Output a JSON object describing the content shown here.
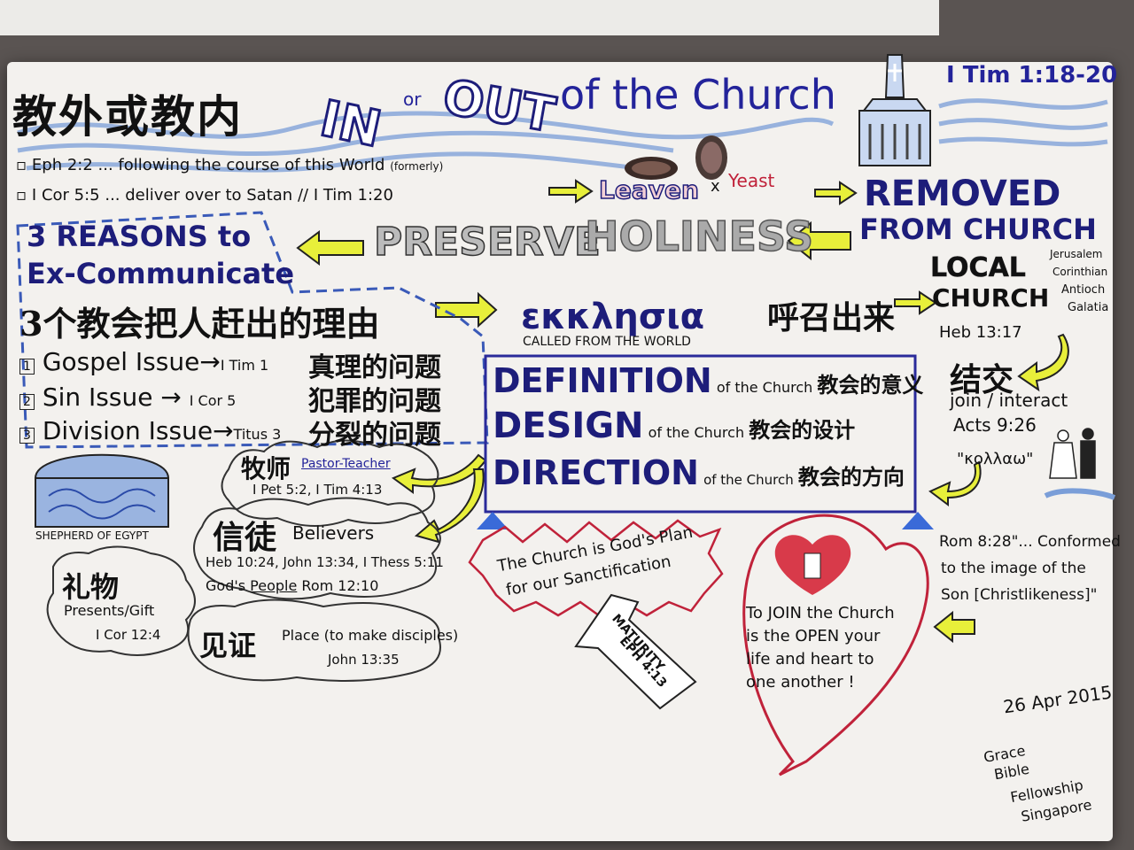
{
  "title": {
    "chinese": "教外或教内",
    "english_in": "IN",
    "english_or": "or",
    "english_out": "OUT",
    "english_rest": "of the Church",
    "reference": "I Tim 1:18-20"
  },
  "verses": {
    "line1": "Eph 2:2 ... following the course of this World",
    "line1_note": "(formerly)",
    "line2": "I Cor 5:5 ... deliver over to Satan",
    "line2_sep": "//",
    "line2_ref": "I Tim 1:20"
  },
  "leaven": {
    "word1": "Leaven",
    "x": "x",
    "word2": "Yeast"
  },
  "removed": {
    "line1": "REMOVED",
    "line2": "FROM CHURCH"
  },
  "preserve": {
    "word1": "PRESERVE",
    "word2": "HOLINESS"
  },
  "reasons": {
    "line1": "3 REASONS to",
    "line2": "Ex-Communicate"
  },
  "reasons_cn": "3个教会把人赶出的理由",
  "issues": [
    {
      "num": "1",
      "label": "Gospel Issue",
      "arrow": "→",
      "ref": "I Tim 1",
      "cn": "真理的问题"
    },
    {
      "num": "2",
      "label": "Sin Issue",
      "arrow": "→",
      "ref": "I Cor 5",
      "cn": "犯罪的问题"
    },
    {
      "num": "3",
      "label": "Division Issue",
      "arrow": "→",
      "ref": "Titus 3",
      "cn": "分裂的问题"
    }
  ],
  "ekklesia": {
    "greek": "εκκλησια",
    "cn": "呼召出来",
    "sub": "CALLED FROM THE WORLD"
  },
  "local": {
    "line1": "LOCAL",
    "line2": "CHURCH",
    "places": [
      "Jerusalem",
      "Corinthian",
      "Antioch",
      "Galatia"
    ],
    "ref": "Heb 13:17"
  },
  "join": {
    "cn": "结交",
    "line1": "join / interact",
    "line2": "Acts 9:26",
    "greek": "\"κολλαω\""
  },
  "definition": [
    {
      "big": "DEFINITION",
      "small": "of the Church",
      "cn": "教会的意义"
    },
    {
      "big": "DESIGN",
      "small": "of the Church",
      "cn": "教会的设计"
    },
    {
      "big": "DIRECTION",
      "small": "of the Church",
      "cn": "教会的方向"
    }
  ],
  "shepherd": {
    "label": "SHEPHERD OF EGYPT"
  },
  "pastor": {
    "cn": "牧师",
    "en": "Pastor-Teacher",
    "ref": "I Pet 5:2, I Tim 4:13"
  },
  "believers": {
    "cn": "信徒",
    "en": "Believers",
    "refs": "Heb 10:24, John 13:34, I Thess 5:11",
    "line2a": "God's",
    "line2b": "People",
    "line2c": "Rom 12:10"
  },
  "gift": {
    "cn": "礼物",
    "line1": "Presents/Gift",
    "line2": "I Cor 12:4"
  },
  "witness": {
    "cn": "见证",
    "en": "Place (to make disciples)",
    "ref": "John 13:35"
  },
  "plan": {
    "line1": "The Church is God's Plan",
    "line2": "for our Sanctification"
  },
  "maturity": {
    "line1": "MATURITY",
    "line2": "EPH 4:13"
  },
  "heart": {
    "lines": [
      "To JOIN the Church",
      "is the OPEN your",
      "life and heart to",
      "one another !"
    ]
  },
  "conformed": {
    "lines": [
      "Rom 8:28\"... Conformed",
      "to the image of the",
      "Son [Christlikeness]\""
    ]
  },
  "date": "26 Apr 2015",
  "org": [
    "Grace",
    "Bible",
    "Fellowship",
    "Singapore"
  ],
  "colors": {
    "navy": "#23239a",
    "yellow_arrow": "#e8ef3a",
    "heart": "#c0223a",
    "wave": "#7a9ed8"
  }
}
